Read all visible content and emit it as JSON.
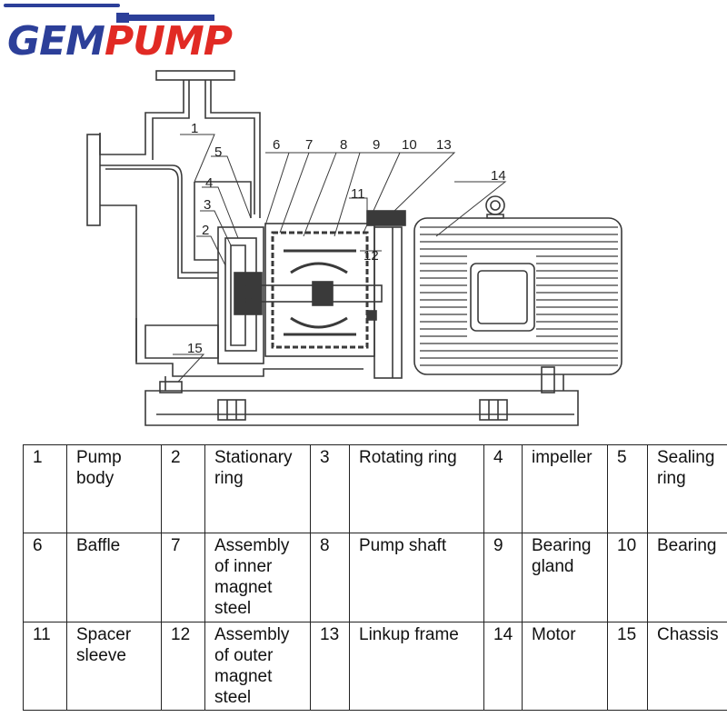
{
  "logo": {
    "part1": "GEM",
    "part2": "PUMP"
  },
  "callouts": [
    "1",
    "2",
    "3",
    "4",
    "5",
    "6",
    "7",
    "8",
    "9",
    "10",
    "13",
    "11",
    "12",
    "14",
    "15"
  ],
  "parts_table": {
    "rows": [
      [
        {
          "num": "1",
          "name": "Pump body"
        },
        {
          "num": "2",
          "name": "Stationary ring"
        },
        {
          "num": "3",
          "name": "Rotating ring"
        },
        {
          "num": "4",
          "name": "impeller"
        },
        {
          "num": "5",
          "name": "Sealing ring"
        }
      ],
      [
        {
          "num": "6",
          "name": "Baffle"
        },
        {
          "num": "7",
          "name": "Assembly of inner magnet steel"
        },
        {
          "num": "8",
          "name": "Pump shaft"
        },
        {
          "num": "9",
          "name": "Bearing gland"
        },
        {
          "num": "10",
          "name": "Bearing"
        }
      ],
      [
        {
          "num": "11",
          "name": "Spacer sleeve"
        },
        {
          "num": "12",
          "name": "Assembly of outer magnet steel"
        },
        {
          "num": "13",
          "name": "Linkup frame"
        },
        {
          "num": "14",
          "name": "Motor"
        },
        {
          "num": "15",
          "name": "Chassis"
        }
      ]
    ]
  }
}
